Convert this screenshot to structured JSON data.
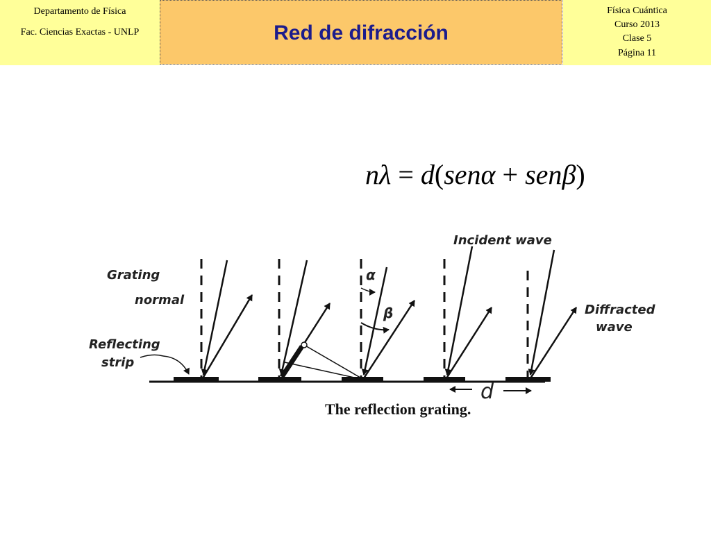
{
  "header": {
    "left_line1": "Departamento de Física",
    "left_line2": "Fac. Ciencias Exactas - UNLP",
    "title": "Red de difracción",
    "right_lines": [
      "Física Cuántica",
      "Curso 2013",
      "Clase 5",
      "Página 11"
    ]
  },
  "formula": {
    "n": "n",
    "lambda": "λ",
    "equals": " = ",
    "d": "d",
    "open": "(",
    "sen1": "sen",
    "alpha": "α",
    "plus": " + ",
    "sen2": "sen",
    "beta": "β",
    "close": ")"
  },
  "figure": {
    "label_grating_normal_1": "Grating",
    "label_grating_normal_2": "normal",
    "label_reflecting_1": "Reflecting",
    "label_reflecting_2": "strip",
    "label_alpha": "α",
    "label_beta": "β",
    "label_incident": "Incident wave",
    "label_diffracted_1": "Diffracted",
    "label_diffracted_2": "wave",
    "label_d": "d",
    "caption": "The reflection grating."
  }
}
